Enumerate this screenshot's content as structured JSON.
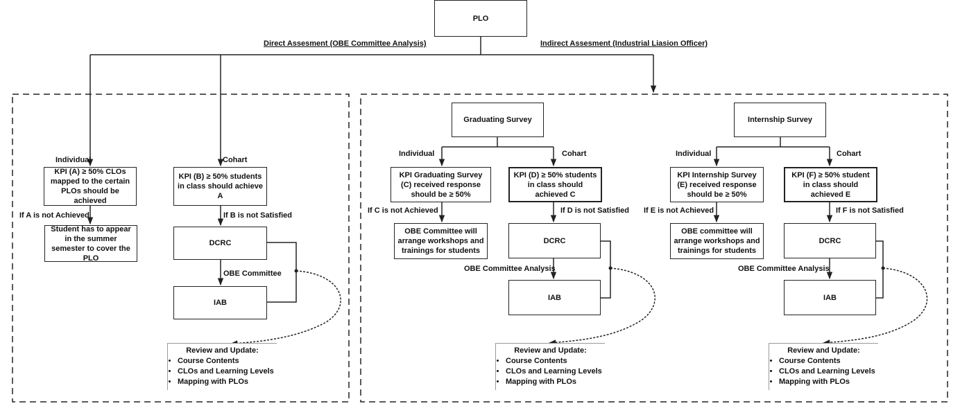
{
  "top": {
    "plo": "PLO"
  },
  "branches": {
    "direct": "Direct Assesment (OBE Committee Analysis)",
    "indirect": "Indirect Assesment (Industrial Liasion Officer)"
  },
  "direct": {
    "individual": "Individual",
    "cohort": "Cohart",
    "kpi_a": "KPI (A) ≥ 50% CLOs mapped to the certain PLOs should be achieved",
    "kpi_b": "KPI (B) ≥ 50% students in class should achieve A",
    "if_a": "If A is not Achieved",
    "if_b": "If B is not Satisfied",
    "summer": "Student has to appear in the summer semester to cover the PLO",
    "dcrc": "DCRC",
    "obe": "OBE Committee",
    "iab": "IAB",
    "review_title": "Review and Update:",
    "review_items": [
      "Course Contents",
      "CLOs and Learning Levels",
      "Mapping with PLOs"
    ]
  },
  "graduating": {
    "title": "Graduating Survey",
    "individual": "Individual",
    "cohort": "Cohart",
    "kpi_c": "KPI Graduating Survey (C) received response should be ≥ 50%",
    "kpi_d": "KPI (D) ≥ 50% students in class should achieved C",
    "if_c": "If C is not Achieved",
    "if_d": "If D is not Satisfied",
    "workshop": "OBE Committee will arrange workshops and trainings for students",
    "dcrc": "DCRC",
    "obe": "OBE Committee Analysis",
    "iab": "IAB",
    "review_title": "Review and Update:",
    "review_items": [
      "Course Contents",
      "CLOs and Learning Levels",
      "Mapping with PLOs"
    ]
  },
  "internship": {
    "title": "Internship Survey",
    "individual": "Individual",
    "cohort": "Cohart",
    "kpi_e": "KPI Internship Survey (E) received response should be ≥ 50%",
    "kpi_f": "KPI (F) ≥ 50% student in class should achieved E",
    "if_e": "If E is not Achieved",
    "if_f": "If F is not Satisfied",
    "workshop": "OBE committee will arrange workshops and trainings for students",
    "dcrc": "DCRC",
    "obe": "OBE Committee Analysis",
    "iab": "IAB",
    "review_title": "Review and Update:",
    "review_items": [
      "Course Contents",
      "CLOs and Learning Levels",
      "Mapping with PLOs"
    ]
  }
}
